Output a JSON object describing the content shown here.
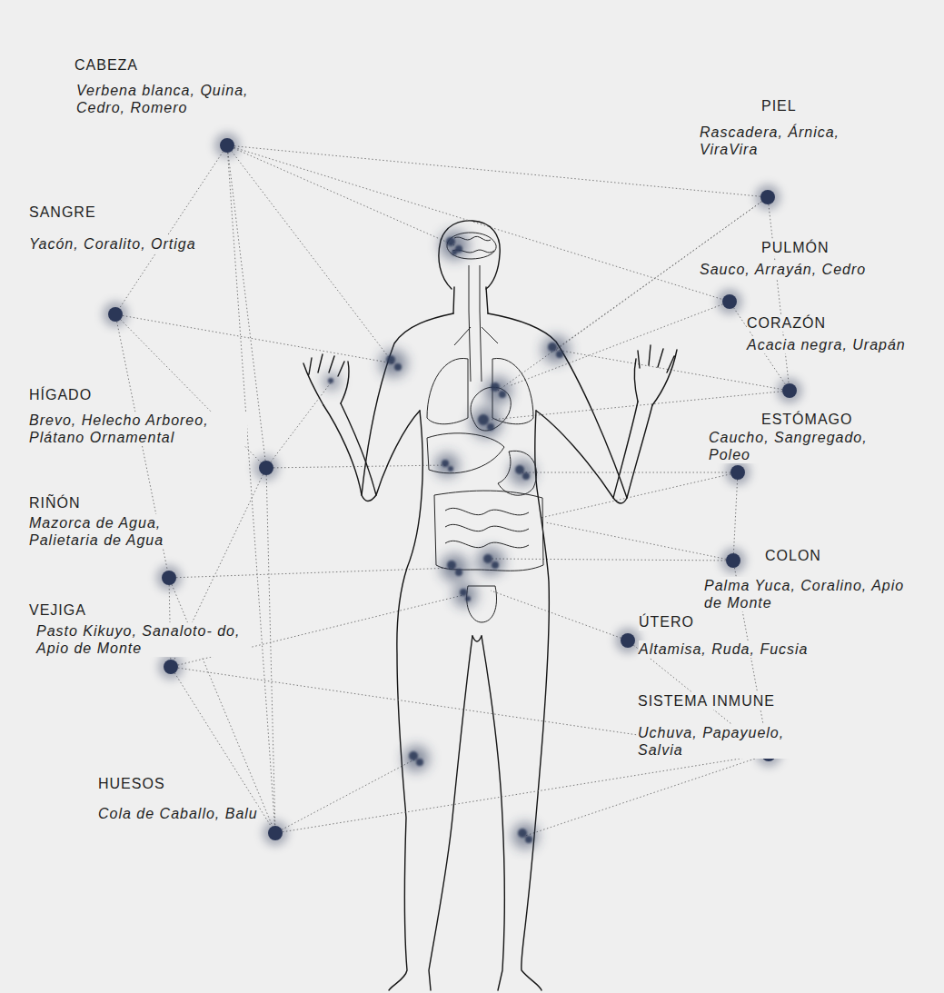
{
  "diagram": {
    "nodes": [
      {
        "text": [
          "CABEZA",
          "Verbena blanca, Quina, Cedro, Romero"
        ]
      },
      {
        "text": [
          "PIEL",
          "Rascadera, Árnica, ViraVira"
        ]
      },
      {
        "text": [
          "SANGRE",
          "Yacón, Coralito, Ortiga"
        ]
      },
      {
        "text": [
          "PULMÓN",
          "Sauco, Arrayán, Cedro"
        ]
      },
      {
        "text": [
          "CORAZÓN",
          "Acacia negra, Urapán"
        ]
      },
      {
        "text": [
          "HÍGADO",
          "Brevo, Helecho Arboreo, Plátano Ornamental"
        ]
      },
      {
        "text": [
          "ESTÓMAGO",
          "Caucho, Sangregado, Poleo"
        ]
      },
      {
        "text": [
          "RIÑÓN",
          "Mazorca de Agua, Palietaria de Agua"
        ]
      },
      {
        "text": [
          "COLON",
          "Palma Yuca, Coralino, Apio de Monte"
        ]
      },
      {
        "text": [
          "VEJIGA",
          "Pasto Kikuyo, Sanaloto- do, Apio de Monte"
        ]
      },
      {
        "text": [
          "ÚTERO",
          "Altamisa, Ruda, Fucsia"
        ]
      },
      {
        "text": [
          "SISTEMA INMUNE",
          "Uchuva, Papayuelo, Salvia"
        ]
      },
      {
        "text": [
          "HUESOS",
          "Cola de Caballo, Balu"
        ]
      }
    ],
    "edges": [
      {
        "from": 0,
        "to": 1,
        "arrow": "none"
      },
      {
        "from": 0,
        "to": 2,
        "arrow": "none"
      },
      {
        "from": 0,
        "to": 3,
        "arrow": "none"
      },
      {
        "from": 0,
        "to": 5,
        "arrow": "none"
      },
      {
        "from": 0,
        "to": 12,
        "arrow": "none"
      },
      {
        "from": 1,
        "to": 4,
        "arrow": "none"
      },
      {
        "from": 2,
        "to": 5,
        "arrow": "none"
      },
      {
        "from": 2,
        "to": 7,
        "arrow": "none"
      },
      {
        "from": 3,
        "to": 4,
        "arrow": "none"
      },
      {
        "from": 5,
        "to": 9,
        "arrow": "none"
      },
      {
        "from": 5,
        "to": 12,
        "arrow": "none"
      },
      {
        "from": 6,
        "to": 8,
        "arrow": "none"
      },
      {
        "from": 7,
        "to": 9,
        "arrow": "none"
      },
      {
        "from": 7,
        "to": 12,
        "arrow": "none"
      },
      {
        "from": 8,
        "to": 11,
        "arrow": "none"
      },
      {
        "from": 9,
        "to": 11,
        "arrow": "none"
      },
      {
        "from": 9,
        "to": 12,
        "arrow": "none"
      },
      {
        "from": 10,
        "to": 11,
        "arrow": "none"
      },
      {
        "from": 12,
        "to": 11,
        "arrow": "none"
      }
    ]
  }
}
